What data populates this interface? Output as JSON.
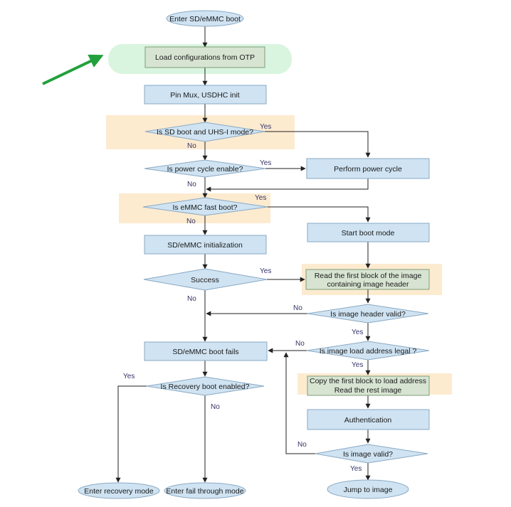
{
  "colors": {
    "box_fill": "#cfe3f2",
    "box_stroke": "#8aa9c4",
    "highlight_orange": "#fdebd0",
    "highlight_green": "#d9f5e0",
    "pointer_arrow": "#22a03c"
  },
  "pointer": {
    "icon": "green-arrow-icon"
  },
  "nodes": {
    "start": "Enter SD/eMMC boot",
    "load_config": "Load configurations from OTP",
    "pin_mux": "Pin Mux, USDHC init",
    "is_sd_uhs": "Is SD boot and UHS-I mode?",
    "is_power_cycle": "Is power cycle enable?",
    "perform_power_cycle": "Perform  power cycle",
    "is_emmc_fast": "Is eMMC fast boot?",
    "start_boot_mode": "Start boot mode",
    "sd_emmc_init": "SD/eMMC initialization",
    "success": "Success",
    "read_first_block_1": "Read the first block of the image",
    "read_first_block_2": "containing image header",
    "is_header_valid": "Is image header valid?",
    "boot_fails": "SD/eMMC boot fails",
    "is_load_addr_legal": "Is image load address legal ?",
    "copy_block_1": "Copy the first block to load address",
    "copy_block_2": "Read the rest image",
    "is_recovery_enabled": "Is Recovery boot enabled?",
    "authentication": "Authentication",
    "is_image_valid": "Is image valid?",
    "enter_recovery": "Enter recovery mode",
    "enter_fail_through": "Enter fail through mode",
    "jump_to_image": "Jump to image"
  },
  "labels": {
    "yes": "Yes",
    "no": "No"
  }
}
